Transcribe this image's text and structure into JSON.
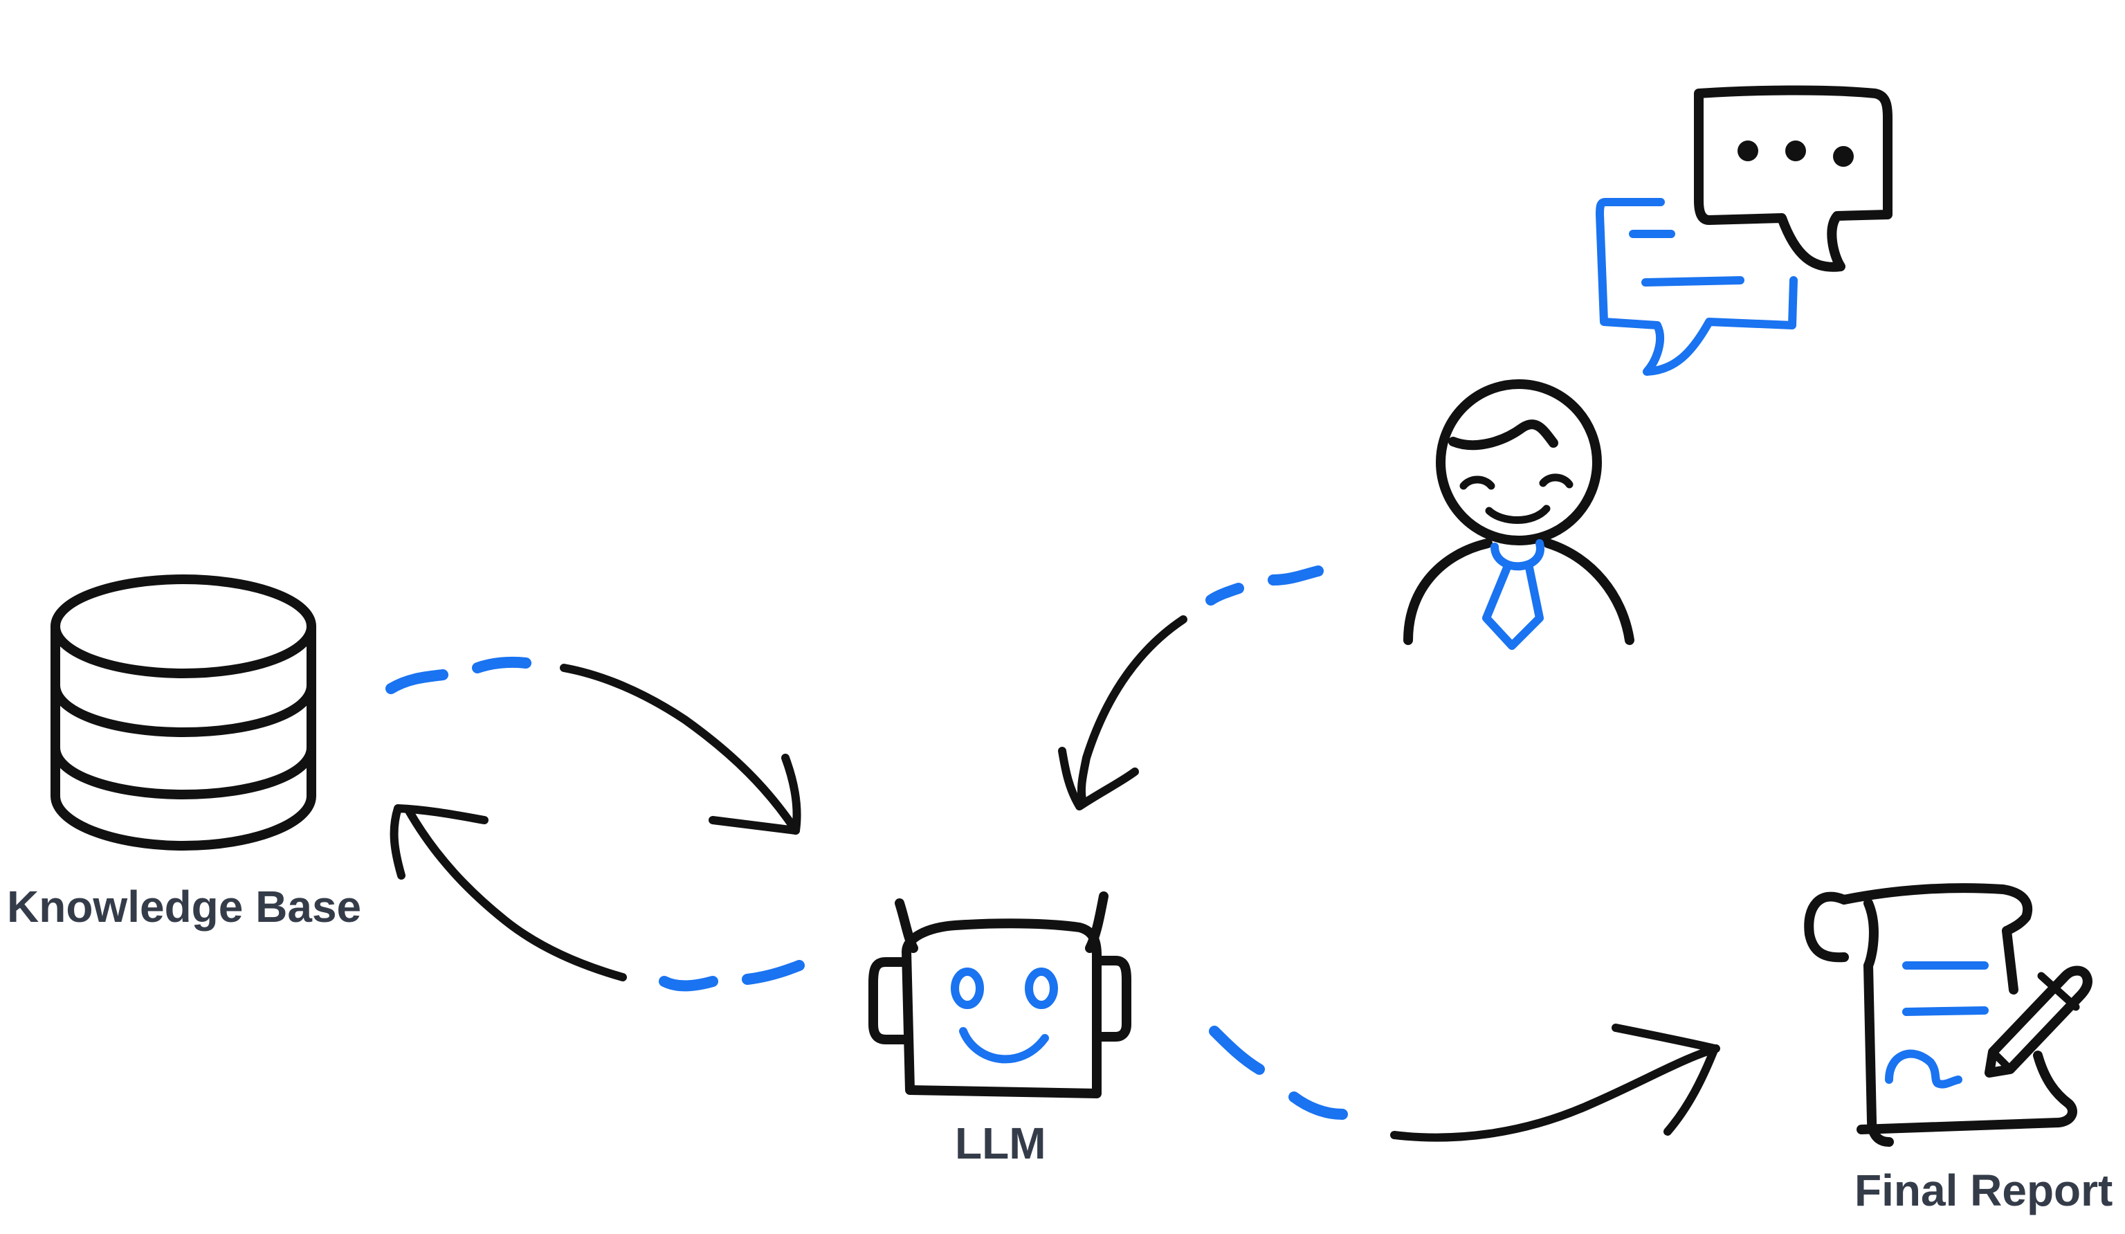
{
  "diagram": {
    "nodes": [
      {
        "id": "knowledge_base",
        "label": "Knowledge Base",
        "icon": "database-icon"
      },
      {
        "id": "llm",
        "label": "LLM",
        "icon": "robot-icon"
      },
      {
        "id": "user",
        "label": "",
        "icon": "user-icon"
      },
      {
        "id": "chat",
        "label": "",
        "icon": "chat-bubbles-icon"
      },
      {
        "id": "final_report",
        "label": "Final Report",
        "icon": "document-pen-icon"
      }
    ],
    "edges": [
      {
        "from": "knowledge_base",
        "to": "llm"
      },
      {
        "from": "llm",
        "to": "knowledge_base"
      },
      {
        "from": "user",
        "to": "llm"
      },
      {
        "from": "llm",
        "to": "final_report"
      }
    ]
  },
  "colors": {
    "stroke": "#111111",
    "accent": "#1a73f0",
    "label": "#353c49",
    "background": "#ffffff"
  }
}
